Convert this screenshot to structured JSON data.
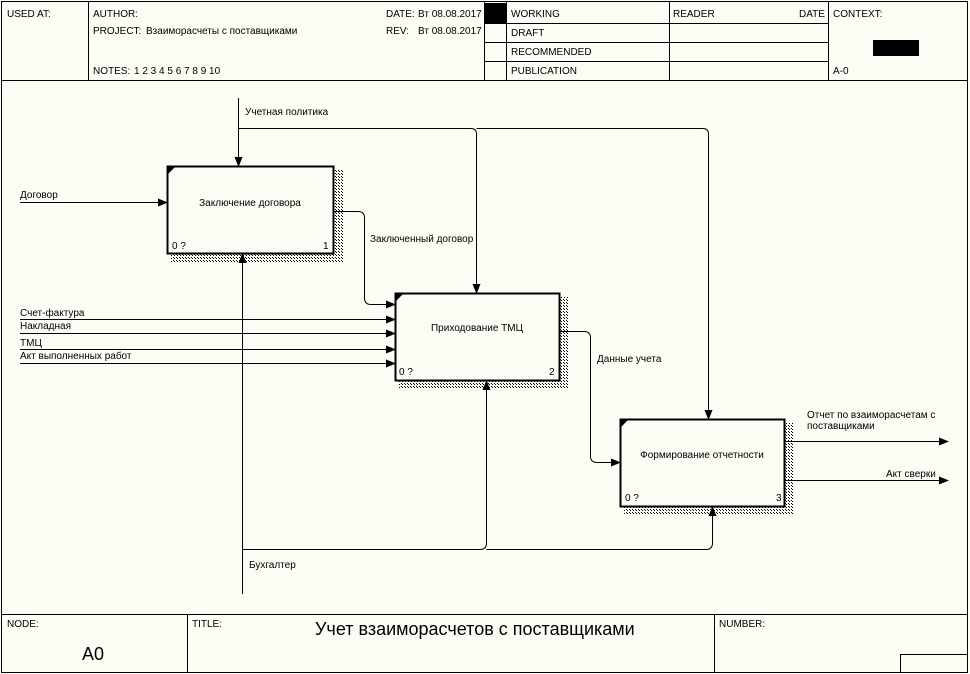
{
  "header": {
    "used_at": "USED AT:",
    "author_label": "AUTHOR:",
    "project_label": "PROJECT:",
    "project_value": "Взаиморасчеты с поставщиками",
    "notes_label": "NOTES:",
    "notes_value": "1  2  3  4  5  6  7  8  9  10",
    "date_label": "DATE:",
    "date_value": "Вт 08.08.2017",
    "rev_label": "REV:",
    "rev_value": "Вт 08.08.2017",
    "status": [
      "WORKING",
      "DRAFT",
      "RECOMMENDED",
      "PUBLICATION"
    ],
    "reader_label": "READER",
    "date2_label": "DATE",
    "context_label": "CONTEXT:",
    "context_node": "A-0"
  },
  "diagram": {
    "boxes": [
      {
        "title": "Заключение договора",
        "cost": "0 ?",
        "number": "1"
      },
      {
        "title": "Приходование ТМЦ",
        "cost": "0 ?",
        "number": "2"
      },
      {
        "title": "Формирование отчетности",
        "cost": "0 ?",
        "number": "3"
      }
    ],
    "arrows": {
      "policy": "Учетная политика",
      "contract": "Договор",
      "concluded": "Заключенный договор",
      "invoice": "Счет-фактура",
      "waybill": "Накладная",
      "goods": "ТМЦ",
      "act_works": "Акт выполненных работ",
      "account_data": "Данные учета",
      "report": "Отчет по взаиморасчетам с поставщиками",
      "reconciliation": "Акт сверки",
      "accountant": "Бухгалтер"
    }
  },
  "footer": {
    "node_label": "NODE:",
    "node_value": "A0",
    "title_label": "TITLE:",
    "title_value": "Учет взаиморасчетов с поставщиками",
    "number_label": "NUMBER:"
  }
}
